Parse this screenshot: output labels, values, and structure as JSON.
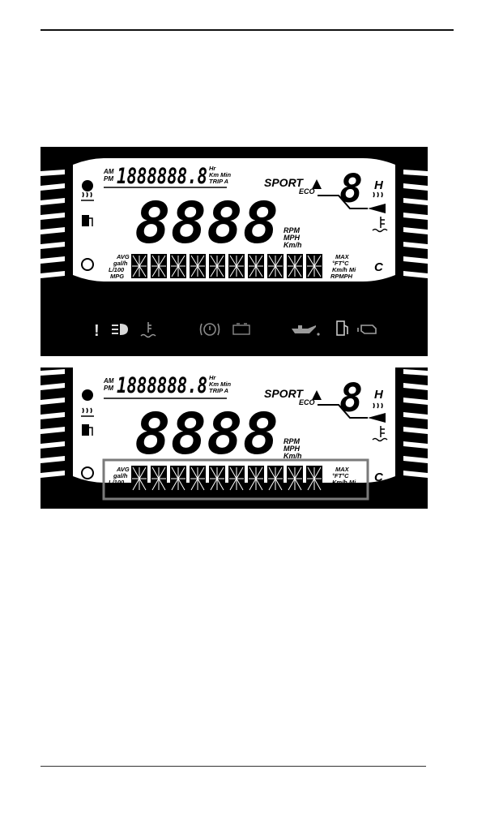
{
  "display": {
    "clock_ampm_top": "AM",
    "clock_ampm_bottom": "PM",
    "odometer_digits": "1888888.8",
    "odo_units_1": "Hr",
    "odo_units_2": "Km Min",
    "odo_units_3": "TRIP A",
    "mode_label": "SPORT",
    "eco_label": "ECO",
    "gear_digit": "8",
    "main_digits": "8888",
    "speed_units_1": "RPM",
    "speed_units_2": "MPH",
    "speed_units_3": "Km/h",
    "info_left_1": "AVG",
    "info_left_2": "gal/h",
    "info_left_3": "L/100",
    "info_left_4": "MPG",
    "info_right_1": "MAX",
    "info_right_2": "°FT°C",
    "info_right_3": "Km/h Mi",
    "info_right_4": "RPMPH",
    "temp_high": "H",
    "temp_low": "C"
  },
  "warning_icons": [
    {
      "icon": "exclamation-icon",
      "color": "#e0e0e0"
    },
    {
      "icon": "headlight-icon",
      "color": "#d8d8d8"
    },
    {
      "icon": "coolant-temperature-icon",
      "color": "#9a9a9a"
    },
    {
      "icon": "brake-warning-icon",
      "color": "#8a8a8a"
    },
    {
      "icon": "battery-icon",
      "color": "#8a8a8a"
    },
    {
      "icon": "oil-pressure-icon",
      "color": "#9a9a9a"
    },
    {
      "icon": "fuel-pump-icon",
      "color": "#c8c8c8"
    },
    {
      "icon": "check-engine-icon",
      "color": "#a0a0a0"
    }
  ],
  "highlight_color": "#7a7a7a"
}
